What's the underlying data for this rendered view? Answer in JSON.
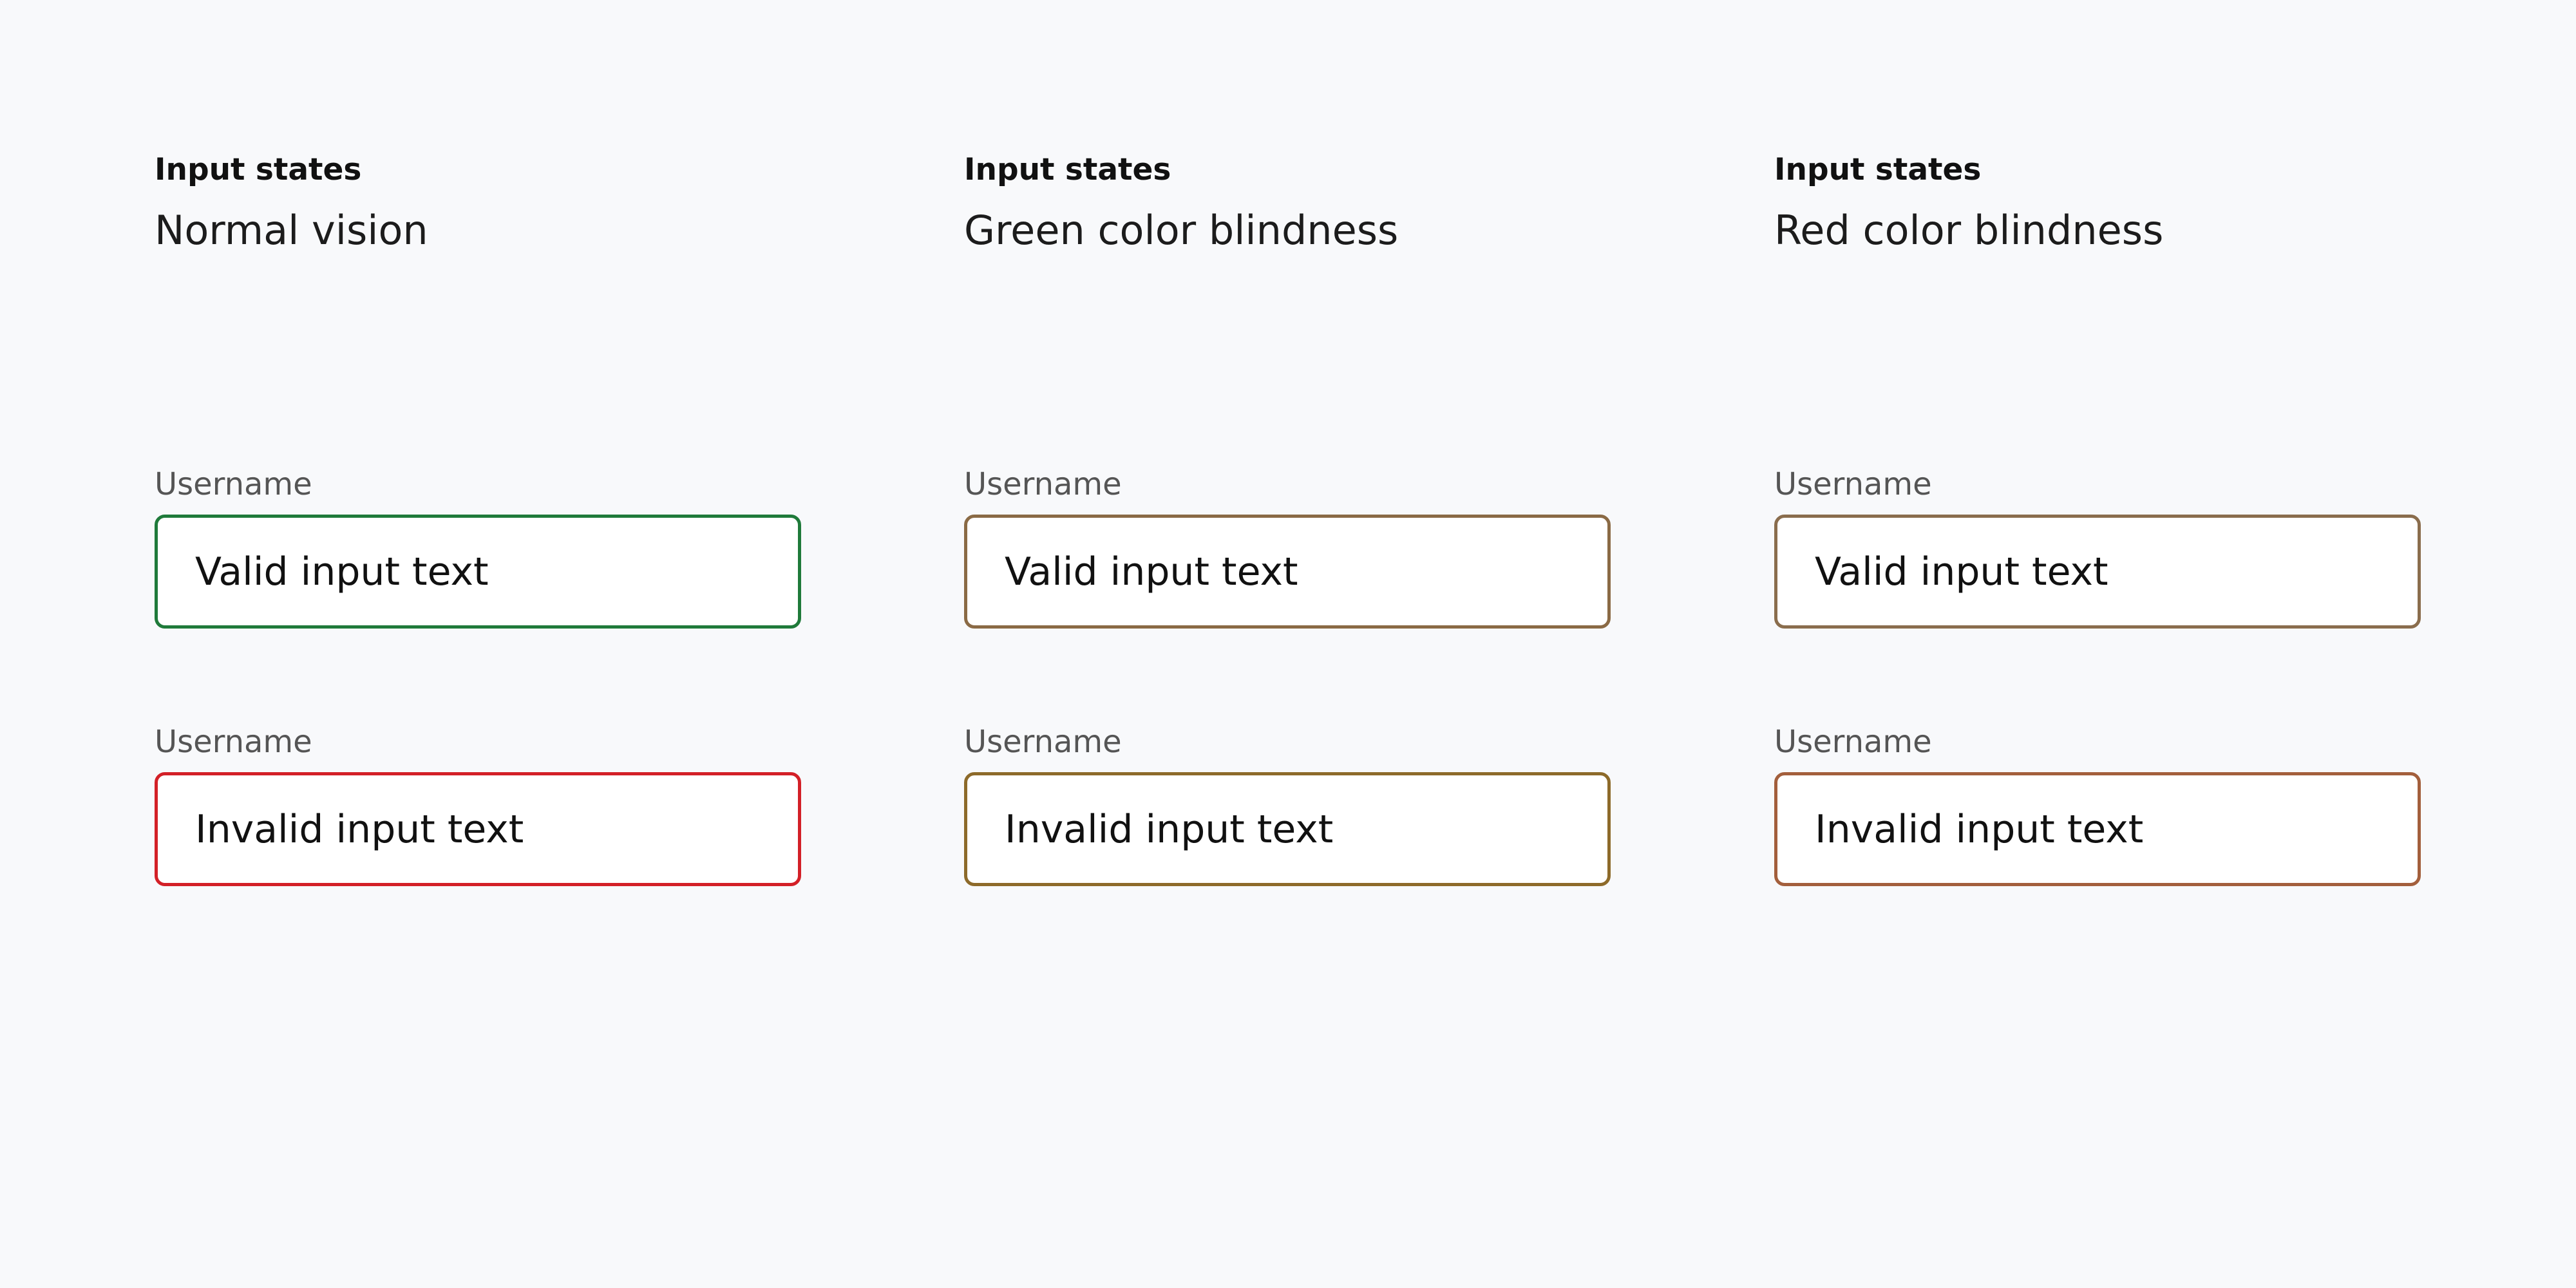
{
  "columns": [
    {
      "eyebrow": "Input states",
      "subtitle": "Normal vision",
      "valid": {
        "label": "Username",
        "value": "Valid input text",
        "border_color": "#1f7a3a"
      },
      "invalid": {
        "label": "Username",
        "value": "Invalid input text",
        "border_color": "#d32027"
      }
    },
    {
      "eyebrow": "Input states",
      "subtitle": "Green color blindness",
      "valid": {
        "label": "Username",
        "value": "Valid input text",
        "border_color": "#8a6a45"
      },
      "invalid": {
        "label": "Username",
        "value": "Invalid input text",
        "border_color": "#8d6a2a"
      }
    },
    {
      "eyebrow": "Input states",
      "subtitle": "Red color blindness",
      "valid": {
        "label": "Username",
        "value": "Valid input text",
        "border_color": "#8a6d4d"
      },
      "invalid": {
        "label": "Username",
        "value": "Invalid input text",
        "border_color": "#a35f3c"
      }
    }
  ]
}
